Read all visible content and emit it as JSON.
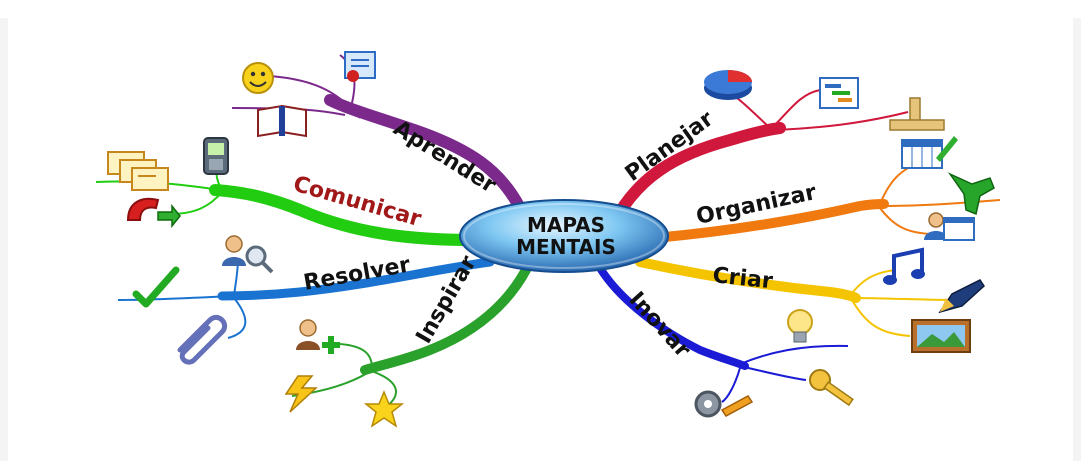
{
  "header": {
    "cut_caption": ""
  },
  "center": {
    "line1": "MAPAS",
    "line2": "MENTAIS"
  },
  "branches": [
    {
      "label": "Aprender",
      "color": "#7b2a8c",
      "icons": [
        "happy-face-icon",
        "certificate-icon",
        "book-icon"
      ]
    },
    {
      "label": "Comunicar",
      "color": "#22cc11",
      "icons": [
        "mobile-phone-icon",
        "letters-icon",
        "telephone-icon"
      ]
    },
    {
      "label": "Resolver",
      "color": "#1a73d0",
      "icons": [
        "user-search-icon",
        "checkmark-icon",
        "paperclip-icon"
      ]
    },
    {
      "label": "Inspirar",
      "color": "#2aa12a",
      "icons": [
        "add-user-icon",
        "lightning-icon",
        "star-icon"
      ]
    },
    {
      "label": "Inovar",
      "color": "#1b1bd6",
      "icons": [
        "lightbulb-icon",
        "gears-icon",
        "key-icon"
      ]
    },
    {
      "label": "Criar",
      "color": "#f5c400",
      "icons": [
        "music-note-icon",
        "fountain-pen-icon",
        "picture-icon"
      ]
    },
    {
      "label": "Organizar",
      "color": "#f07a10",
      "icons": [
        "calendar-icon",
        "pushpin-icon",
        "user-calendar-icon"
      ]
    },
    {
      "label": "Planejar",
      "color": "#d0173c",
      "icons": [
        "pie-chart-icon",
        "gantt-chart-icon",
        "ruler-icon"
      ]
    }
  ]
}
